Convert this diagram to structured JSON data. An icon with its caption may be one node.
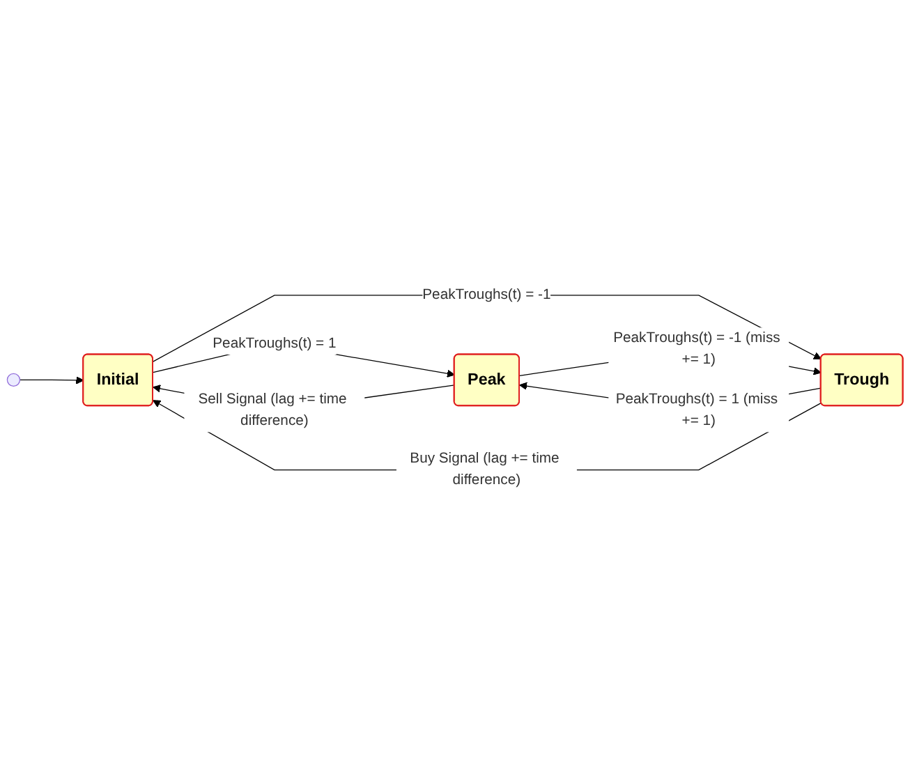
{
  "diagram": {
    "nodes": [
      {
        "text": [],
        "shape": "circle"
      },
      {
        "text": [
          "Initial"
        ]
      },
      {
        "text": [
          "Peak"
        ]
      },
      {
        "text": [
          "Trough"
        ]
      }
    ],
    "edges": [
      {
        "from": 0,
        "to": 1,
        "arrow": "to"
      },
      {
        "from": 2,
        "to": 1,
        "arrow": "to",
        "label": "Sell Signal (lag += time difference)"
      },
      {
        "from": 1,
        "to": 2,
        "arrow": "to",
        "label": "PeakTroughs(t) = 1"
      },
      {
        "from": 1,
        "to": 3,
        "arrow": "to",
        "label": "PeakTroughs(t) = -1"
      },
      {
        "from": 3,
        "to": 2,
        "arrow": "to",
        "label": "PeakTroughs(t) = 1 (miss += 1)"
      },
      {
        "from": 2,
        "to": 3,
        "arrow": "to",
        "label": "PeakTroughs(t) = -1 (miss += 1)"
      },
      {
        "from": 3,
        "to": 1,
        "arrow": "to",
        "label": "Buy Signal (lag += time difference)"
      }
    ]
  }
}
